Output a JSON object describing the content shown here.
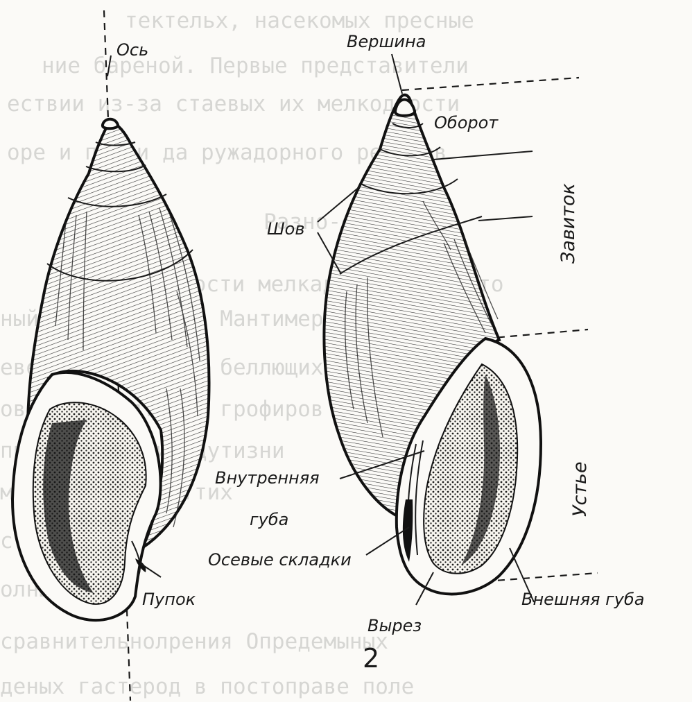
{
  "figure_numbers": {
    "right": "2"
  },
  "labels": {
    "axis": "Ось",
    "apex": "Вершина",
    "whorl": "Оборот",
    "spire": "Завиток",
    "suture": "Шов",
    "aperture": "Устье",
    "inner_lip": "Внутренняя губа",
    "inner_lip_line1": "Внутренняя",
    "inner_lip_line2": "губа",
    "axial_folds": "Осевые складки",
    "umbilicus": "Пупок",
    "notch": "Вырез",
    "outer_lip": "Внешняя губа"
  },
  "colors": {
    "ink": "#1a1a1a",
    "paper": "#fbfaf7",
    "bleed_text": "#b9b9b6"
  }
}
